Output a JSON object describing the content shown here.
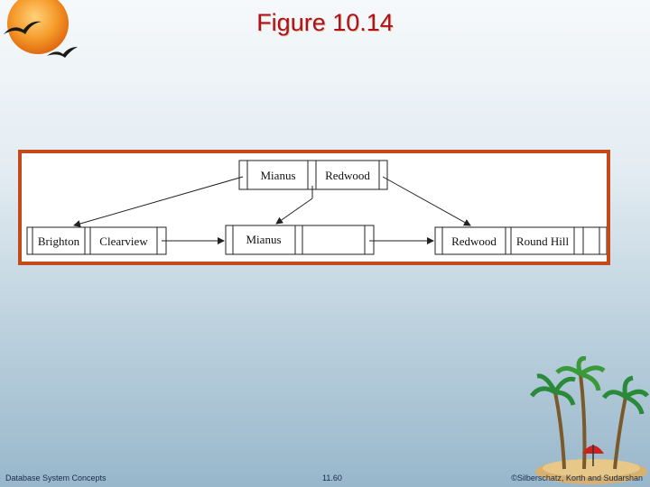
{
  "slide": {
    "title": "Figure 10.14",
    "footer_left": "Database System Concepts",
    "footer_center": "11.60",
    "footer_right": "©Silberschatz, Korth and Sudarshan"
  },
  "colors": {
    "title": "#b0101a",
    "frame_border": "#c44a1a",
    "background_top": "#f6f9fb",
    "background_bottom": "#98b7cb"
  },
  "diagram": {
    "root": [
      "Mianus",
      "Redwood"
    ],
    "leaves": [
      [
        "Brighton",
        "Clearview"
      ],
      [
        "Mianus"
      ],
      [
        "Redwood",
        "Round Hill"
      ]
    ]
  },
  "decor": {
    "logo_icon": "sun-with-birds-icon",
    "island_icon": "palm-island-icon"
  }
}
